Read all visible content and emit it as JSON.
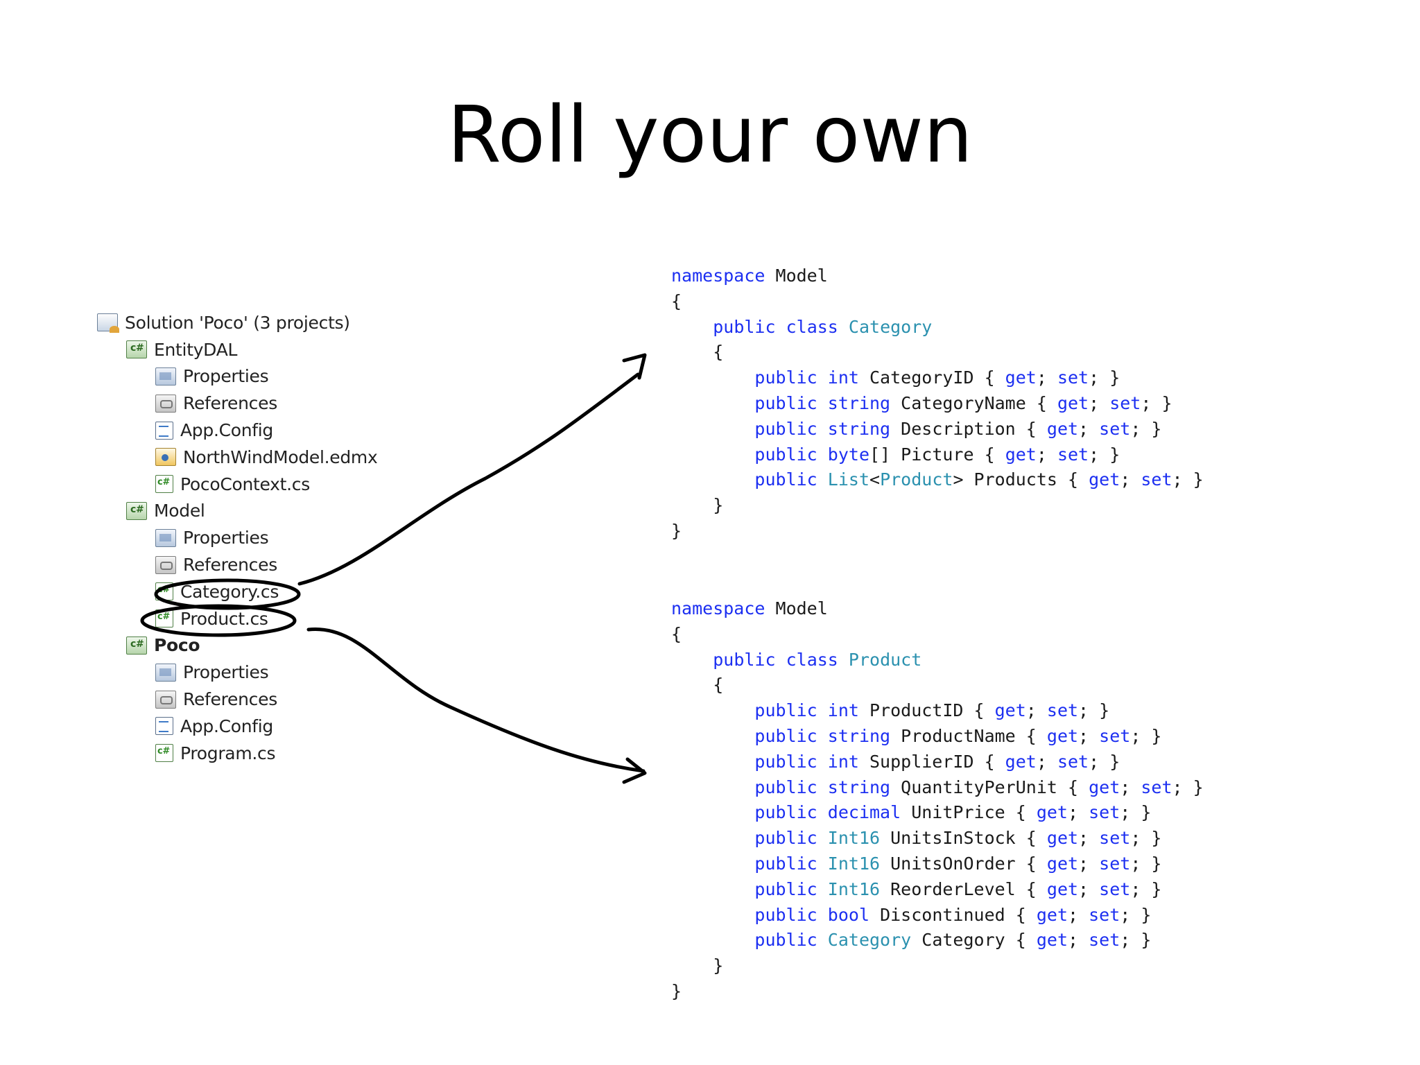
{
  "slide": {
    "title": "Roll your own"
  },
  "solution_explorer": {
    "items": [
      {
        "label": "Solution 'Poco' (3 projects)",
        "icon": "solution-icon",
        "level": 0,
        "bold": false
      },
      {
        "label": "EntityDAL",
        "icon": "csharp-project-icon",
        "level": 1,
        "bold": false
      },
      {
        "label": "Properties",
        "icon": "properties-folder-icon",
        "level": 2,
        "bold": false
      },
      {
        "label": "References",
        "icon": "references-folder-icon",
        "level": 2,
        "bold": false
      },
      {
        "label": "App.Config",
        "icon": "config-file-icon",
        "level": 2,
        "bold": false
      },
      {
        "label": "NorthWindModel.edmx",
        "icon": "edmx-file-icon",
        "level": 2,
        "bold": false
      },
      {
        "label": "PocoContext.cs",
        "icon": "csharp-file-icon",
        "level": 2,
        "bold": false
      },
      {
        "label": "Model",
        "icon": "csharp-project-icon",
        "level": 1,
        "bold": false
      },
      {
        "label": "Properties",
        "icon": "properties-folder-icon",
        "level": 2,
        "bold": false
      },
      {
        "label": "References",
        "icon": "references-folder-icon",
        "level": 2,
        "bold": false
      },
      {
        "label": "Category.cs",
        "icon": "csharp-file-icon",
        "level": 2,
        "bold": false
      },
      {
        "label": "Product.cs",
        "icon": "csharp-file-icon",
        "level": 2,
        "bold": false
      },
      {
        "label": "Poco",
        "icon": "csharp-project-icon",
        "level": 1,
        "bold": true
      },
      {
        "label": "Properties",
        "icon": "properties-folder-icon",
        "level": 2,
        "bold": false
      },
      {
        "label": "References",
        "icon": "references-folder-icon",
        "level": 2,
        "bold": false
      },
      {
        "label": "App.Config",
        "icon": "config-file-icon",
        "level": 2,
        "bold": false
      },
      {
        "label": "Program.cs",
        "icon": "csharp-file-icon",
        "level": 2,
        "bold": false
      }
    ]
  },
  "code_category": {
    "lines": [
      [
        {
          "t": "namespace",
          "c": "kw"
        },
        {
          "t": " Model"
        }
      ],
      [
        {
          "t": "{"
        }
      ],
      [
        {
          "t": "    "
        },
        {
          "t": "public",
          "c": "kw"
        },
        {
          "t": " "
        },
        {
          "t": "class",
          "c": "kw"
        },
        {
          "t": " "
        },
        {
          "t": "Category",
          "c": "ty"
        }
      ],
      [
        {
          "t": "    {"
        }
      ],
      [
        {
          "t": "        "
        },
        {
          "t": "public",
          "c": "kw"
        },
        {
          "t": " "
        },
        {
          "t": "int",
          "c": "kw"
        },
        {
          "t": " CategoryID { "
        },
        {
          "t": "get",
          "c": "kw"
        },
        {
          "t": "; "
        },
        {
          "t": "set",
          "c": "kw"
        },
        {
          "t": "; }"
        }
      ],
      [
        {
          "t": "        "
        },
        {
          "t": "public",
          "c": "kw"
        },
        {
          "t": " "
        },
        {
          "t": "string",
          "c": "kw"
        },
        {
          "t": " CategoryName { "
        },
        {
          "t": "get",
          "c": "kw"
        },
        {
          "t": "; "
        },
        {
          "t": "set",
          "c": "kw"
        },
        {
          "t": "; }"
        }
      ],
      [
        {
          "t": "        "
        },
        {
          "t": "public",
          "c": "kw"
        },
        {
          "t": " "
        },
        {
          "t": "string",
          "c": "kw"
        },
        {
          "t": " Description { "
        },
        {
          "t": "get",
          "c": "kw"
        },
        {
          "t": "; "
        },
        {
          "t": "set",
          "c": "kw"
        },
        {
          "t": "; }"
        }
      ],
      [
        {
          "t": "        "
        },
        {
          "t": "public",
          "c": "kw"
        },
        {
          "t": " "
        },
        {
          "t": "byte",
          "c": "kw"
        },
        {
          "t": "[] Picture { "
        },
        {
          "t": "get",
          "c": "kw"
        },
        {
          "t": "; "
        },
        {
          "t": "set",
          "c": "kw"
        },
        {
          "t": "; }"
        }
      ],
      [
        {
          "t": "        "
        },
        {
          "t": "public",
          "c": "kw"
        },
        {
          "t": " "
        },
        {
          "t": "List",
          "c": "ty"
        },
        {
          "t": "<"
        },
        {
          "t": "Product",
          "c": "ty"
        },
        {
          "t": "> Products { "
        },
        {
          "t": "get",
          "c": "kw"
        },
        {
          "t": "; "
        },
        {
          "t": "set",
          "c": "kw"
        },
        {
          "t": "; }"
        }
      ],
      [
        {
          "t": "    }"
        }
      ],
      [
        {
          "t": "}"
        }
      ]
    ]
  },
  "code_product": {
    "lines": [
      [
        {
          "t": "namespace",
          "c": "kw"
        },
        {
          "t": " Model"
        }
      ],
      [
        {
          "t": "{"
        }
      ],
      [
        {
          "t": "    "
        },
        {
          "t": "public",
          "c": "kw"
        },
        {
          "t": " "
        },
        {
          "t": "class",
          "c": "kw"
        },
        {
          "t": " "
        },
        {
          "t": "Product",
          "c": "ty"
        }
      ],
      [
        {
          "t": "    {"
        }
      ],
      [
        {
          "t": "        "
        },
        {
          "t": "public",
          "c": "kw"
        },
        {
          "t": " "
        },
        {
          "t": "int",
          "c": "kw"
        },
        {
          "t": " ProductID { "
        },
        {
          "t": "get",
          "c": "kw"
        },
        {
          "t": "; "
        },
        {
          "t": "set",
          "c": "kw"
        },
        {
          "t": "; }"
        }
      ],
      [
        {
          "t": "        "
        },
        {
          "t": "public",
          "c": "kw"
        },
        {
          "t": " "
        },
        {
          "t": "string",
          "c": "kw"
        },
        {
          "t": " ProductName { "
        },
        {
          "t": "get",
          "c": "kw"
        },
        {
          "t": "; "
        },
        {
          "t": "set",
          "c": "kw"
        },
        {
          "t": "; }"
        }
      ],
      [
        {
          "t": "        "
        },
        {
          "t": "public",
          "c": "kw"
        },
        {
          "t": " "
        },
        {
          "t": "int",
          "c": "kw"
        },
        {
          "t": " SupplierID { "
        },
        {
          "t": "get",
          "c": "kw"
        },
        {
          "t": "; "
        },
        {
          "t": "set",
          "c": "kw"
        },
        {
          "t": "; }"
        }
      ],
      [
        {
          "t": "        "
        },
        {
          "t": "public",
          "c": "kw"
        },
        {
          "t": " "
        },
        {
          "t": "string",
          "c": "kw"
        },
        {
          "t": " QuantityPerUnit { "
        },
        {
          "t": "get",
          "c": "kw"
        },
        {
          "t": "; "
        },
        {
          "t": "set",
          "c": "kw"
        },
        {
          "t": "; }"
        }
      ],
      [
        {
          "t": "        "
        },
        {
          "t": "public",
          "c": "kw"
        },
        {
          "t": " "
        },
        {
          "t": "decimal",
          "c": "kw"
        },
        {
          "t": " UnitPrice { "
        },
        {
          "t": "get",
          "c": "kw"
        },
        {
          "t": "; "
        },
        {
          "t": "set",
          "c": "kw"
        },
        {
          "t": "; }"
        }
      ],
      [
        {
          "t": "        "
        },
        {
          "t": "public",
          "c": "kw"
        },
        {
          "t": " "
        },
        {
          "t": "Int16",
          "c": "ty"
        },
        {
          "t": " UnitsInStock { "
        },
        {
          "t": "get",
          "c": "kw"
        },
        {
          "t": "; "
        },
        {
          "t": "set",
          "c": "kw"
        },
        {
          "t": "; }"
        }
      ],
      [
        {
          "t": "        "
        },
        {
          "t": "public",
          "c": "kw"
        },
        {
          "t": " "
        },
        {
          "t": "Int16",
          "c": "ty"
        },
        {
          "t": " UnitsOnOrder { "
        },
        {
          "t": "get",
          "c": "kw"
        },
        {
          "t": "; "
        },
        {
          "t": "set",
          "c": "kw"
        },
        {
          "t": "; }"
        }
      ],
      [
        {
          "t": "        "
        },
        {
          "t": "public",
          "c": "kw"
        },
        {
          "t": " "
        },
        {
          "t": "Int16",
          "c": "ty"
        },
        {
          "t": " ReorderLevel { "
        },
        {
          "t": "get",
          "c": "kw"
        },
        {
          "t": "; "
        },
        {
          "t": "set",
          "c": "kw"
        },
        {
          "t": "; }"
        }
      ],
      [
        {
          "t": "        "
        },
        {
          "t": "public",
          "c": "kw"
        },
        {
          "t": " "
        },
        {
          "t": "bool",
          "c": "kw"
        },
        {
          "t": " Discontinued { "
        },
        {
          "t": "get",
          "c": "kw"
        },
        {
          "t": "; "
        },
        {
          "t": "set",
          "c": "kw"
        },
        {
          "t": "; }"
        }
      ],
      [
        {
          "t": "        "
        },
        {
          "t": "public",
          "c": "kw"
        },
        {
          "t": " "
        },
        {
          "t": "Category",
          "c": "ty"
        },
        {
          "t": " Category { "
        },
        {
          "t": "get",
          "c": "kw"
        },
        {
          "t": "; "
        },
        {
          "t": "set",
          "c": "kw"
        },
        {
          "t": "; }"
        }
      ],
      [
        {
          "t": "    }"
        }
      ],
      [
        {
          "t": "}"
        }
      ]
    ]
  },
  "colors": {
    "keyword": "#1c2ff1",
    "type": "#2b91af",
    "text": "#1a1a1a",
    "annotation": "#000000"
  }
}
